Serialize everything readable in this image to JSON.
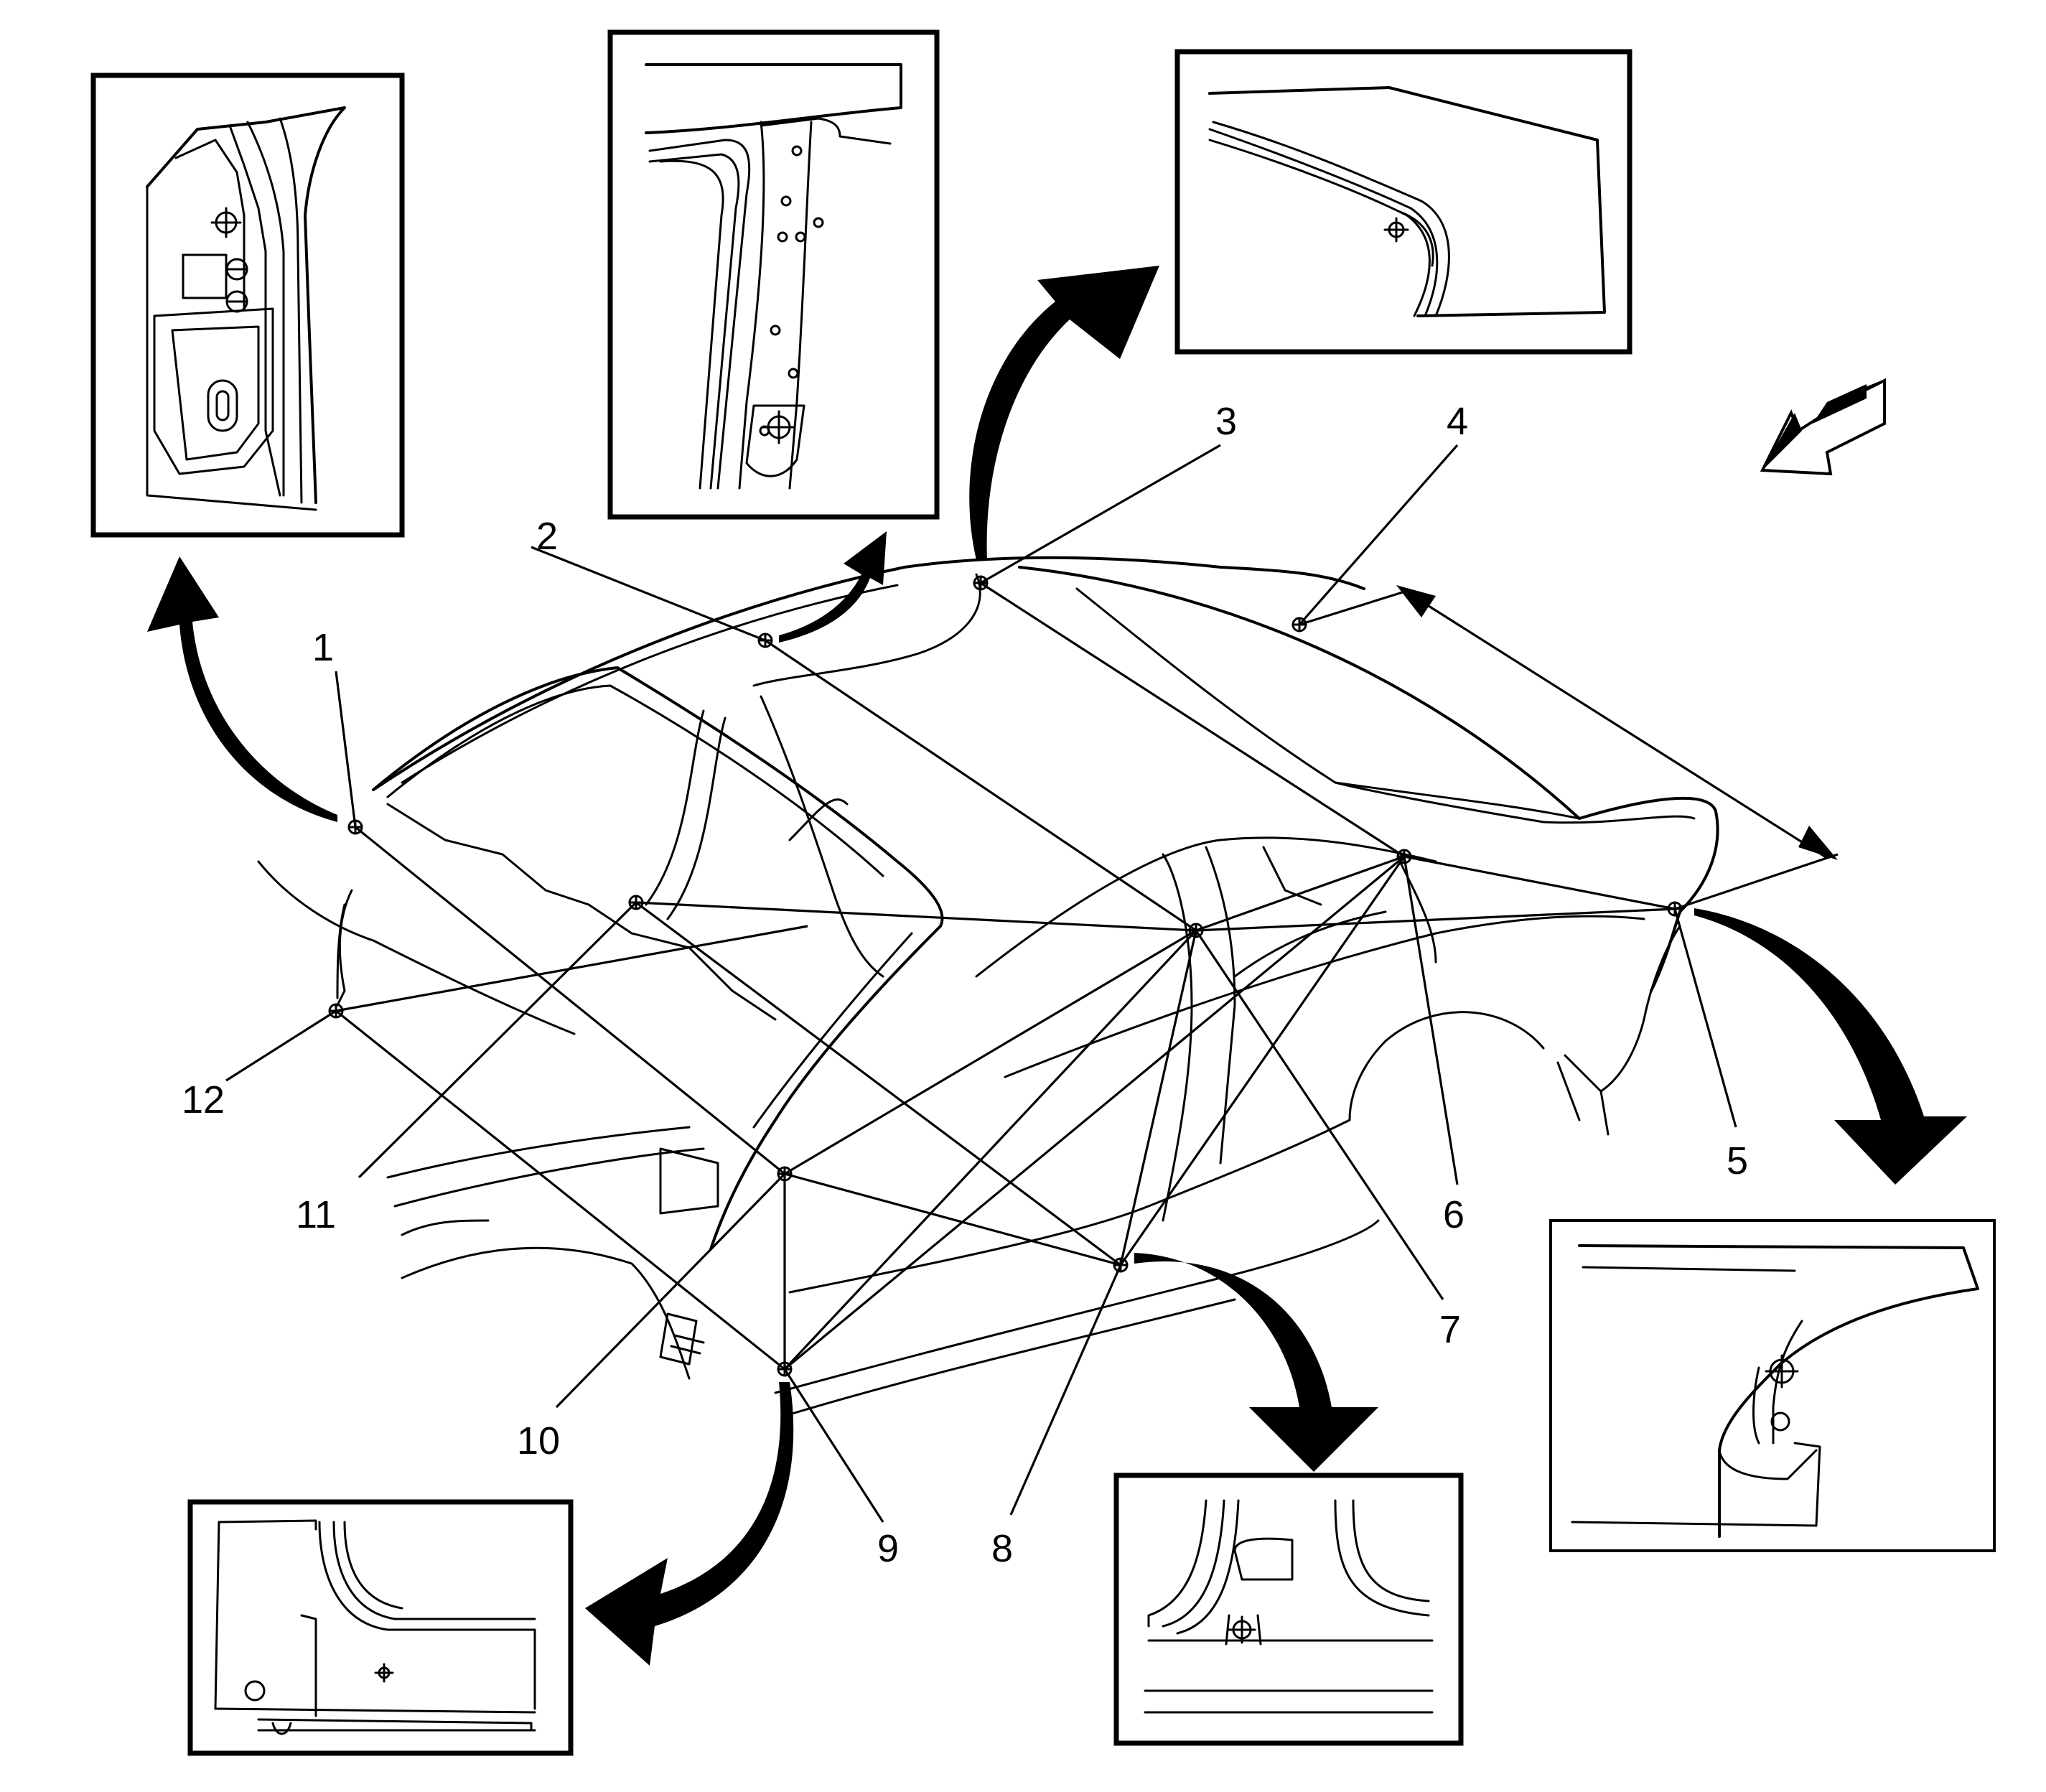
{
  "callouts": {
    "c1": "1",
    "c2": "2",
    "c3": "3",
    "c4": "4",
    "c5": "5",
    "c6": "6",
    "c7": "7",
    "c8": "8",
    "c9": "9",
    "c10": "10",
    "c11": "11",
    "c12": "12"
  },
  "icons": {
    "measurement_point": "crosshair-circle-icon",
    "view_direction": "view-direction-arrow-icon"
  },
  "colors": {
    "line": "#000000",
    "background": "#ffffff"
  }
}
